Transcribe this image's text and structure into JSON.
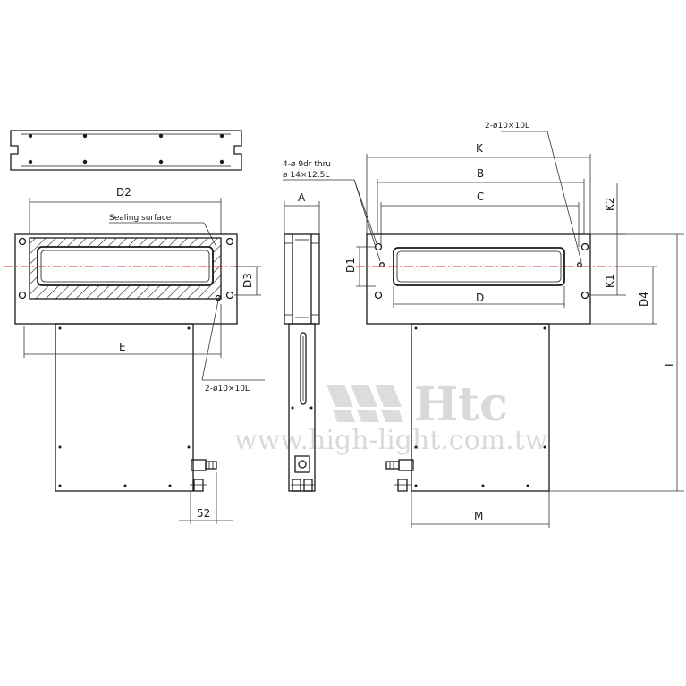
{
  "labels": {
    "d2": "D2",
    "sealing_surface": "Sealing surface",
    "d3": "D3",
    "e": "E",
    "hole_left": "2-ø10×10L",
    "dim_52": "52",
    "a": "A",
    "k": "K",
    "b": "B",
    "c": "C",
    "d": "D",
    "d1": "D1",
    "k1": "K1",
    "k2": "K2",
    "d4": "D4",
    "l": "L",
    "m": "M",
    "hole_right": "2-ø10×10L",
    "holes_thru_1": "4-ø 9dr thru",
    "holes_thru_2": "ø 14×12.5L"
  },
  "watermark": {
    "logo": "Htc",
    "url": "www.high-light.com.tw"
  },
  "colors": {
    "line": "#1a1a1a",
    "centerline": "#e0302a",
    "hatch": "#1a1a1a",
    "watermark": "#d9d9d9"
  }
}
